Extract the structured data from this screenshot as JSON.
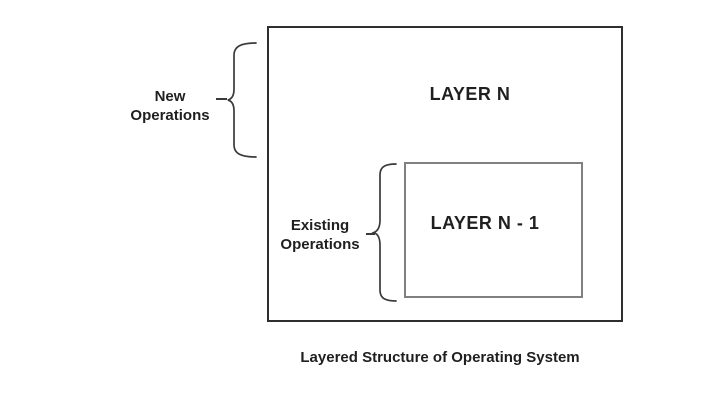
{
  "page": {
    "background": "#ffffff"
  },
  "diagram": {
    "outer_box": {
      "label": "LAYER N",
      "border_color": "#2e2e2e"
    },
    "inner_box": {
      "label": "LAYER N - 1",
      "border_color": "#808080"
    },
    "annotations": {
      "new_operations": {
        "label": "New Operations"
      },
      "existing_operations": {
        "label": "Existing Operations"
      }
    },
    "caption": "Layered Structure of Operating System",
    "text_color": "#1f1f1f",
    "brace_color": "#3a3a3a"
  }
}
